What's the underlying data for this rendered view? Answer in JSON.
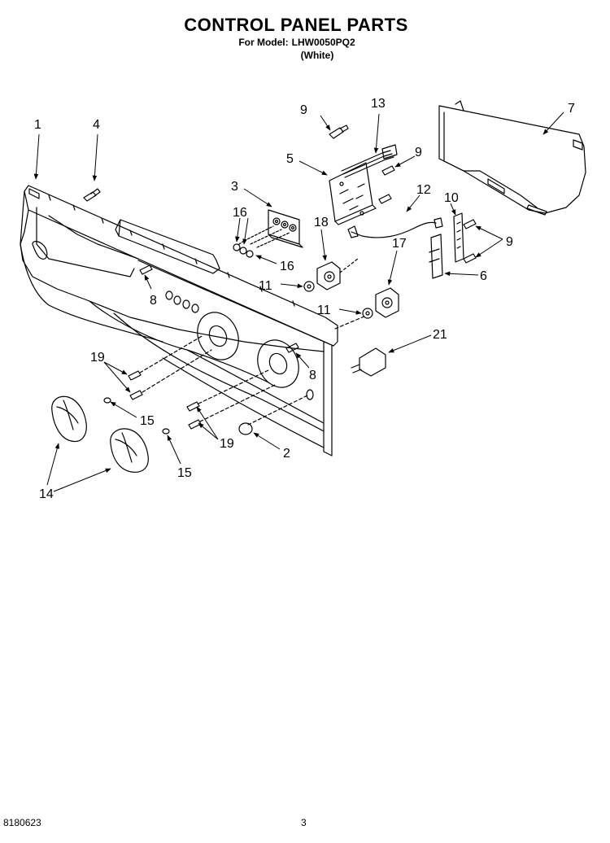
{
  "header": {
    "title": "CONTROL PANEL PARTS",
    "model_label": "For Model:",
    "model_number": "LHW0050PQ2",
    "color": "(White)"
  },
  "callouts": {
    "c1": "1",
    "c2": "2",
    "c3": "3",
    "c4": "4",
    "c5": "5",
    "c6": "6",
    "c7": "7",
    "c8a": "8",
    "c8b": "8",
    "c9a": "9",
    "c9b": "9",
    "c9c": "9",
    "c10": "10",
    "c11a": "11",
    "c11b": "11",
    "c12": "12",
    "c13": "13",
    "c14": "14",
    "c15a": "15",
    "c15b": "15",
    "c16a": "16",
    "c16b": "16",
    "c17": "17",
    "c18": "18",
    "c19a": "19",
    "c19b": "19",
    "c21": "21"
  },
  "footer": {
    "doc_number": "8180623",
    "page_number": "3"
  }
}
